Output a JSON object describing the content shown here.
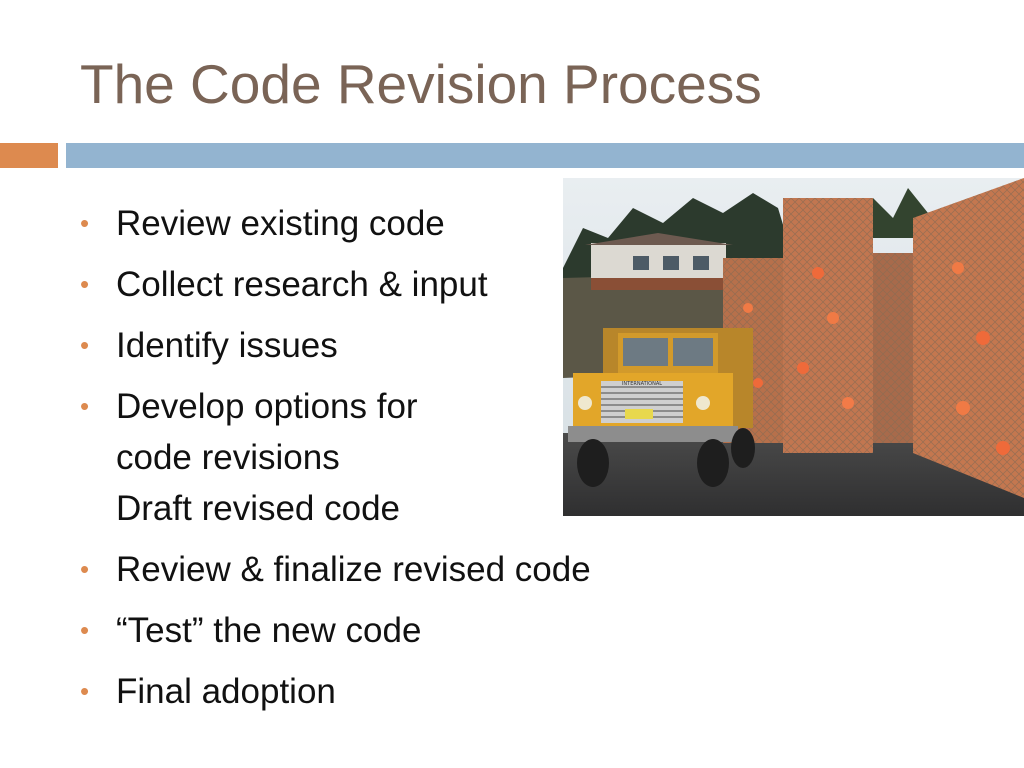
{
  "slide": {
    "title": "The Code Revision Process",
    "bullets": [
      {
        "lines": [
          "Review existing code"
        ]
      },
      {
        "lines": [
          "Collect research & input"
        ]
      },
      {
        "lines": [
          "Identify issues"
        ]
      },
      {
        "lines": [
          "Develop options for",
          "code revisions",
          "Draft revised code"
        ]
      },
      {
        "lines": [
          "Review & finalize revised code"
        ]
      },
      {
        "lines": [
          "“Test” the new code"
        ]
      },
      {
        "lines": [
          "Final adoption"
        ]
      }
    ],
    "photo": {
      "truck_badge": "INTERNATIONAL"
    }
  },
  "colors": {
    "title": "#7a6456",
    "accent_orange": "#dd8a4f",
    "accent_blue": "#93b4d0"
  }
}
